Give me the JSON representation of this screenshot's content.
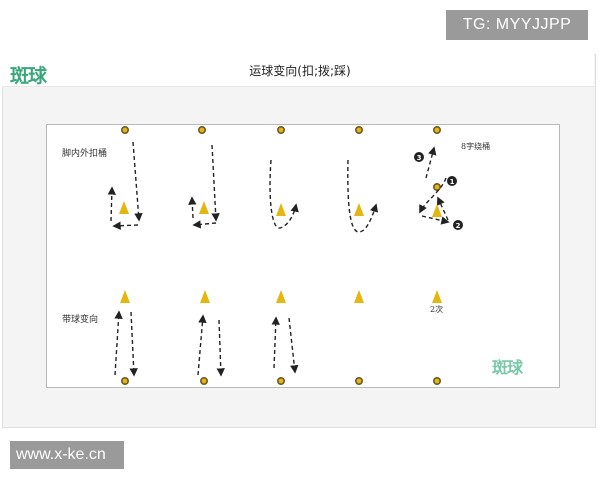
{
  "badges": {
    "tg": "TG: MYYJJPP",
    "url": "www.x-ke.cn"
  },
  "header": {
    "logo_text": "斑球",
    "title": "运球变向(扣;拨;踩)"
  },
  "rows": {
    "row1_label": "脚内外扣桶",
    "row2_label": "带球变向"
  },
  "annotations": {
    "figure8_label": "8字绕桶",
    "repeat_label": "2次",
    "step_badges": [
      "1",
      "2",
      "3"
    ]
  },
  "watermark_logo": "斑球",
  "colors": {
    "cone": "#e5b60f",
    "ball_ring": "#6b5a2a",
    "ball_fill": "#e5b60f",
    "path": "#222222",
    "badge_bg": "#222222",
    "logo": "#3aa67a"
  },
  "icons": [
    "cone-icon",
    "ball-icon",
    "arrow-icon",
    "step-badge-icon"
  ]
}
